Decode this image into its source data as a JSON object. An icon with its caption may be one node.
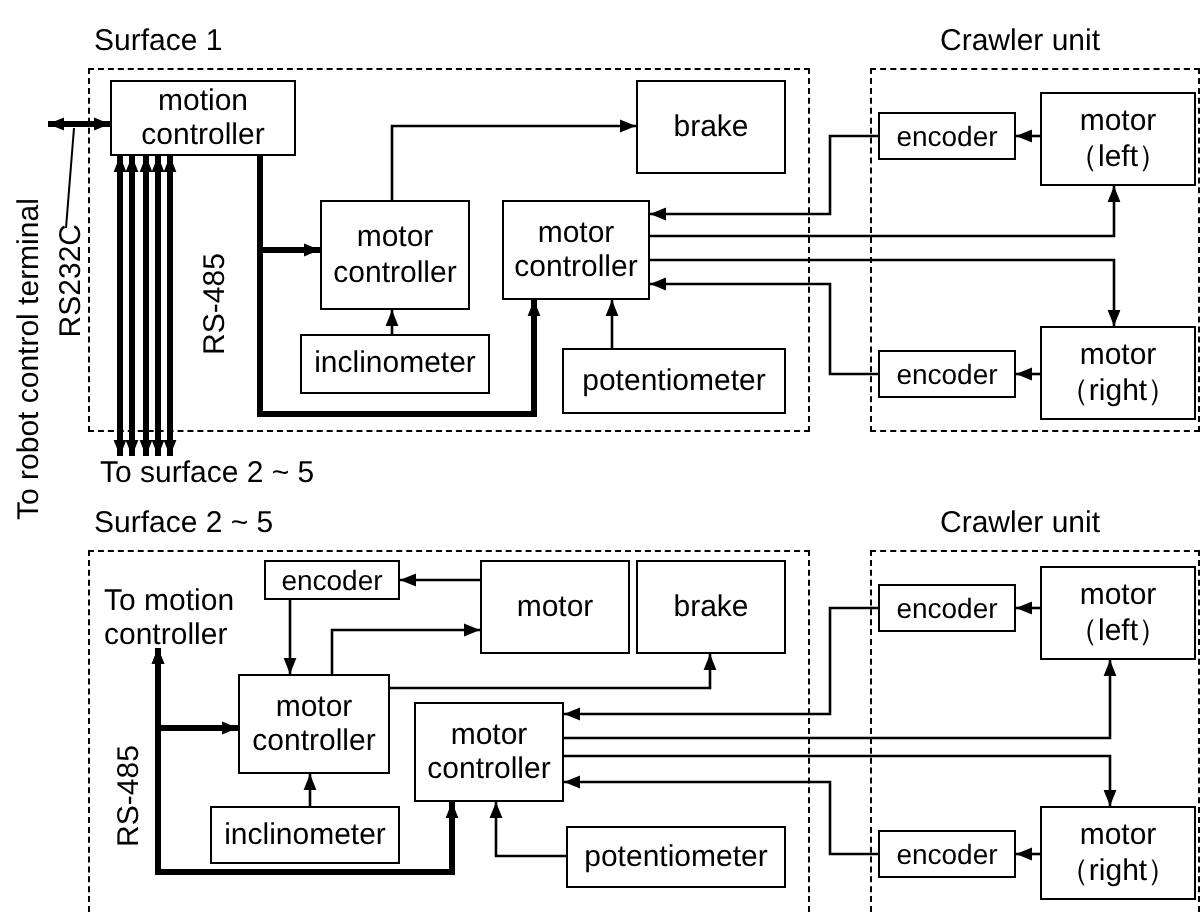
{
  "diagram": {
    "nodes": [
      {
        "text": [
          "Surface 1"
        ]
      },
      {
        "text": [
          "motion controller"
        ],
        "in": 0
      },
      {
        "text": [
          "brake"
        ],
        "in": 0
      },
      {
        "text": [
          "motor controller"
        ],
        "in": 0
      },
      {
        "text": [
          "motor controller"
        ],
        "in": 0
      },
      {
        "text": [
          "inclinometer"
        ],
        "in": 0
      },
      {
        "text": [
          "potentiometer"
        ],
        "in": 0
      },
      {
        "text": [
          "Crawler unit"
        ]
      },
      {
        "text": [
          "encoder"
        ],
        "in": 7
      },
      {
        "text": [
          "motor （left）"
        ],
        "in": 7
      },
      {
        "text": [
          "encoder"
        ],
        "in": 7
      },
      {
        "text": [
          "motor （right）"
        ],
        "in": 7
      },
      {
        "text": [
          "To robot control terminal"
        ]
      },
      {
        "text": [
          "To surface 2 ~ 5"
        ]
      },
      {
        "text": [
          "Surface 2 ~ 5"
        ]
      },
      {
        "text": [
          "To motion controller"
        ],
        "in": 14
      },
      {
        "text": [
          "encoder"
        ],
        "in": 14
      },
      {
        "text": [
          "motor"
        ],
        "in": 14
      },
      {
        "text": [
          "brake"
        ],
        "in": 14
      },
      {
        "text": [
          "motor controller"
        ],
        "in": 14
      },
      {
        "text": [
          "motor controller"
        ],
        "in": 14
      },
      {
        "text": [
          "inclinometer"
        ],
        "in": 14
      },
      {
        "text": [
          "potentiometer"
        ],
        "in": 14
      },
      {
        "text": [
          "Crawler unit"
        ]
      },
      {
        "text": [
          "encoder"
        ],
        "in": 23
      },
      {
        "text": [
          "motor （left）"
        ],
        "in": 23
      },
      {
        "text": [
          "encoder"
        ],
        "in": 23
      },
      {
        "text": [
          "motor （right）"
        ],
        "in": 23
      }
    ],
    "edges": [
      {
        "from": 12,
        "to": 1,
        "arrow": "both",
        "style": "thick",
        "label": "RS232C"
      },
      {
        "from": 1,
        "to": 13,
        "arrow": "both",
        "style": "thick"
      },
      {
        "from": 1,
        "to": 13,
        "arrow": "both",
        "style": "thick"
      },
      {
        "from": 1,
        "to": 13,
        "arrow": "both",
        "style": "thick"
      },
      {
        "from": 1,
        "to": 13,
        "arrow": "both",
        "style": "thick"
      },
      {
        "from": 1,
        "to": 13,
        "arrow": "both",
        "style": "thick"
      },
      {
        "from": 1,
        "to": 3,
        "arrow": "to",
        "style": "thick"
      },
      {
        "from": 1,
        "to": 4,
        "arrow": "to",
        "style": "thick"
      },
      {
        "from": 3,
        "to": 2,
        "arrow": "to"
      },
      {
        "from": 5,
        "to": 3,
        "arrow": "to"
      },
      {
        "from": 6,
        "to": 4,
        "arrow": "to"
      },
      {
        "from": 8,
        "to": 4,
        "arrow": "to"
      },
      {
        "from": 4,
        "to": 9,
        "arrow": "to"
      },
      {
        "from": 4,
        "to": 11,
        "arrow": "to"
      },
      {
        "from": 10,
        "to": 4,
        "arrow": "to"
      },
      {
        "from": 9,
        "to": 8,
        "arrow": "to"
      },
      {
        "from": 11,
        "to": 10,
        "arrow": "to"
      },
      {
        "from": 15,
        "to": 19,
        "arrow": "both",
        "style": "thick"
      },
      {
        "from": 15,
        "to": 20,
        "arrow": "both",
        "style": "thick"
      },
      {
        "from": 16,
        "to": 19,
        "arrow": "to"
      },
      {
        "from": 17,
        "to": 16,
        "arrow": "to"
      },
      {
        "from": 19,
        "to": 17,
        "arrow": "to"
      },
      {
        "from": 19,
        "to": 18,
        "arrow": "to"
      },
      {
        "from": 21,
        "to": 19,
        "arrow": "to"
      },
      {
        "from": 22,
        "to": 20,
        "arrow": "to"
      },
      {
        "from": 24,
        "to": 20,
        "arrow": "to"
      },
      {
        "from": 20,
        "to": 25,
        "arrow": "to"
      },
      {
        "from": 20,
        "to": 27,
        "arrow": "to"
      },
      {
        "from": 26,
        "to": 20,
        "arrow": "to"
      },
      {
        "from": 25,
        "to": 24,
        "arrow": "to"
      },
      {
        "from": 27,
        "to": 26,
        "arrow": "to"
      }
    ],
    "labels": [
      "RS-485",
      "RS-485"
    ]
  }
}
